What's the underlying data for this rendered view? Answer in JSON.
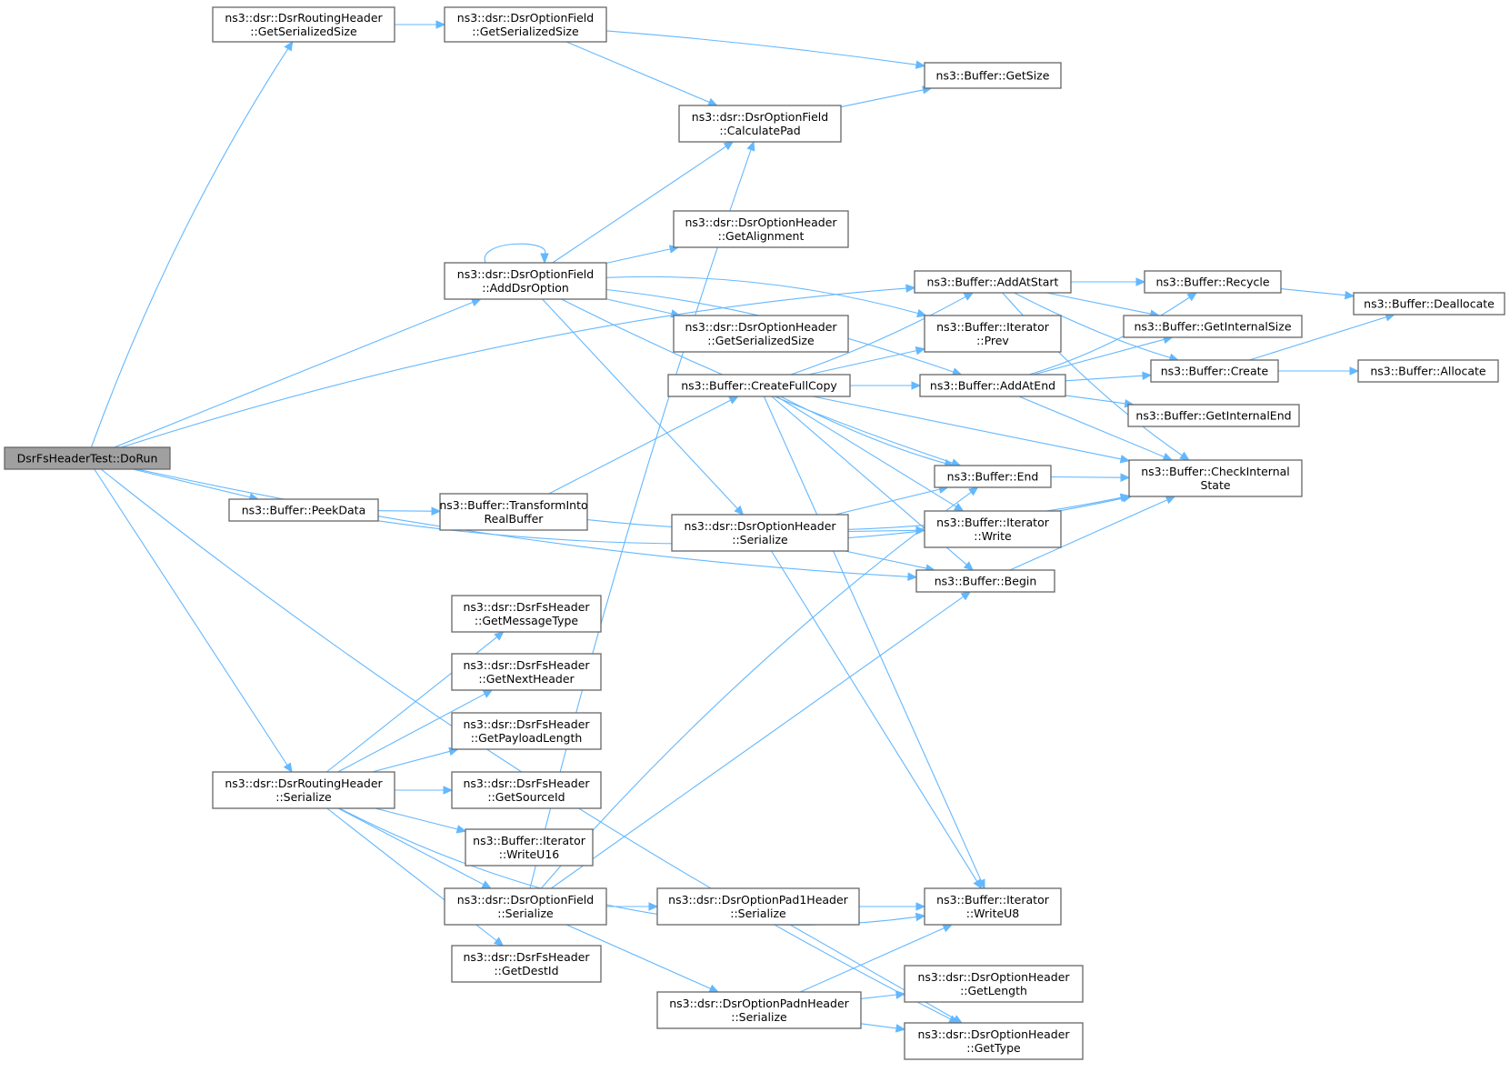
{
  "colors": {
    "edge": "#63b8ff",
    "node_border": "#666666",
    "root_fill": "#a0a0a0",
    "node_fill": "#ffffff"
  },
  "nodes": {
    "dorun": [
      "DsrFsHeaderTest::DoRun"
    ],
    "rh_getsize": [
      "ns3::dsr::DsrRoutingHeader",
      "::GetSerializedSize"
    ],
    "of_getsize": [
      "ns3::dsr::DsrOptionField",
      "::GetSerializedSize"
    ],
    "buf_getsize": [
      "ns3::Buffer::GetSize"
    ],
    "of_calcpad": [
      "ns3::dsr::DsrOptionField",
      "::CalculatePad"
    ],
    "oh_getalign": [
      "ns3::dsr::DsrOptionHeader",
      "::GetAlignment"
    ],
    "of_adddsr": [
      "ns3::dsr::DsrOptionField",
      "::AddDsrOption"
    ],
    "oh_getser": [
      "ns3::dsr::DsrOptionHeader",
      "::GetSerializedSize"
    ],
    "buf_addstart": [
      "ns3::Buffer::AddAtStart"
    ],
    "buf_recycle": [
      "ns3::Buffer::Recycle"
    ],
    "buf_dealloc": [
      "ns3::Buffer::Deallocate"
    ],
    "buf_getintsize": [
      "ns3::Buffer::GetInternalSize"
    ],
    "it_prev": [
      "ns3::Buffer::Iterator",
      "::Prev"
    ],
    "buf_create": [
      "ns3::Buffer::Create"
    ],
    "buf_alloc": [
      "ns3::Buffer::Allocate"
    ],
    "buf_fullcopy": [
      "ns3::Buffer::CreateFullCopy"
    ],
    "buf_addend": [
      "ns3::Buffer::AddAtEnd"
    ],
    "buf_getintend": [
      "ns3::Buffer::GetInternalEnd"
    ],
    "buf_end": [
      "ns3::Buffer::End"
    ],
    "buf_check": [
      "ns3::Buffer::CheckInternal",
      "State"
    ],
    "buf_peek": [
      "ns3::Buffer::PeekData"
    ],
    "buf_transform": [
      "ns3::Buffer::TransformInto",
      "RealBuffer"
    ],
    "oh_serialize": [
      "ns3::dsr::DsrOptionHeader",
      "::Serialize"
    ],
    "it_write": [
      "ns3::Buffer::Iterator",
      "::Write"
    ],
    "buf_begin": [
      "ns3::Buffer::Begin"
    ],
    "fs_msgtype": [
      "ns3::dsr::DsrFsHeader",
      "::GetMessageType"
    ],
    "fs_nexthdr": [
      "ns3::dsr::DsrFsHeader",
      "::GetNextHeader"
    ],
    "fs_payload": [
      "ns3::dsr::DsrFsHeader",
      "::GetPayloadLength"
    ],
    "rh_serialize": [
      "ns3::dsr::DsrRoutingHeader",
      "::Serialize"
    ],
    "fs_srcid": [
      "ns3::dsr::DsrFsHeader",
      "::GetSourceId"
    ],
    "it_writeu16": [
      "ns3::Buffer::Iterator",
      "::WriteU16"
    ],
    "of_serialize": [
      "ns3::dsr::DsrOptionField",
      "::Serialize"
    ],
    "pad1_serialize": [
      "ns3::dsr::DsrOptionPad1Header",
      "::Serialize"
    ],
    "it_writeu8": [
      "ns3::Buffer::Iterator",
      "::WriteU8"
    ],
    "fs_destid": [
      "ns3::dsr::DsrFsHeader",
      "::GetDestId"
    ],
    "oh_getlen": [
      "ns3::dsr::DsrOptionHeader",
      "::GetLength"
    ],
    "padn_serialize": [
      "ns3::dsr::DsrOptionPadnHeader",
      "::Serialize"
    ],
    "oh_gettype": [
      "ns3::dsr::DsrOptionHeader",
      "::GetType"
    ]
  }
}
